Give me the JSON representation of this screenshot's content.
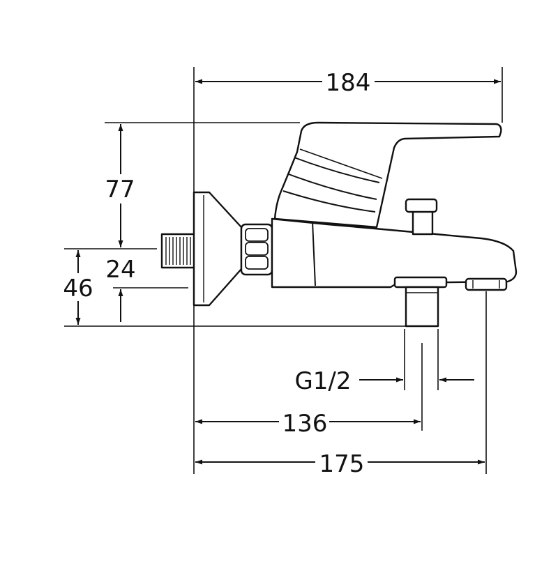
{
  "drawing": {
    "subject": "single-lever bath mixer tap",
    "line_color": "#111111",
    "background_color": "#ffffff"
  },
  "dimensions": {
    "overall_width": "184",
    "lever_height": "77",
    "inlet_offset": "24",
    "outlet_height": "46",
    "thread_size": "G1/2",
    "outlet_distance": "136",
    "spout_reach": "175"
  }
}
